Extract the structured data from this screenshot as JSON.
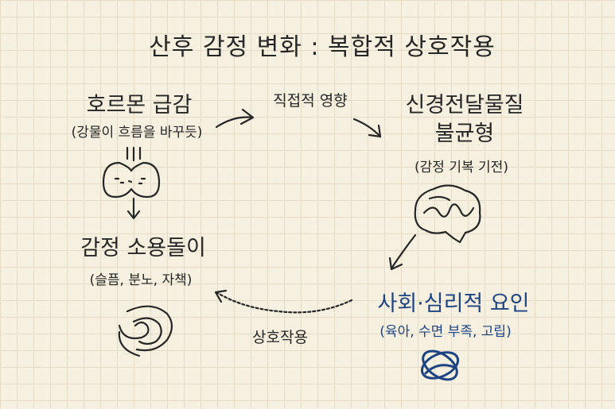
{
  "title": "산후 감정 변화 : 복합적 상호작용",
  "nodes": {
    "hormone": {
      "label": "호르몬 급감",
      "sub": "(강물이 흐름을 바꾸듯)"
    },
    "neuro": {
      "label_line1": "신경전달물질",
      "label_line2": "불균형",
      "sub": "(감정 기복 기전)"
    },
    "emotion": {
      "label": "감정 소용돌이",
      "sub": "(슬픔, 분노, 자책)"
    },
    "social": {
      "label": "사회·심리적 요인",
      "sub": "(육아, 수면 부족, 고립)"
    }
  },
  "edges": {
    "direct": "직접적 영향",
    "interaction": "상호작용"
  },
  "colors": {
    "ink": "#262626",
    "accent": "#1e4383",
    "paper": "#f6f0e0"
  }
}
